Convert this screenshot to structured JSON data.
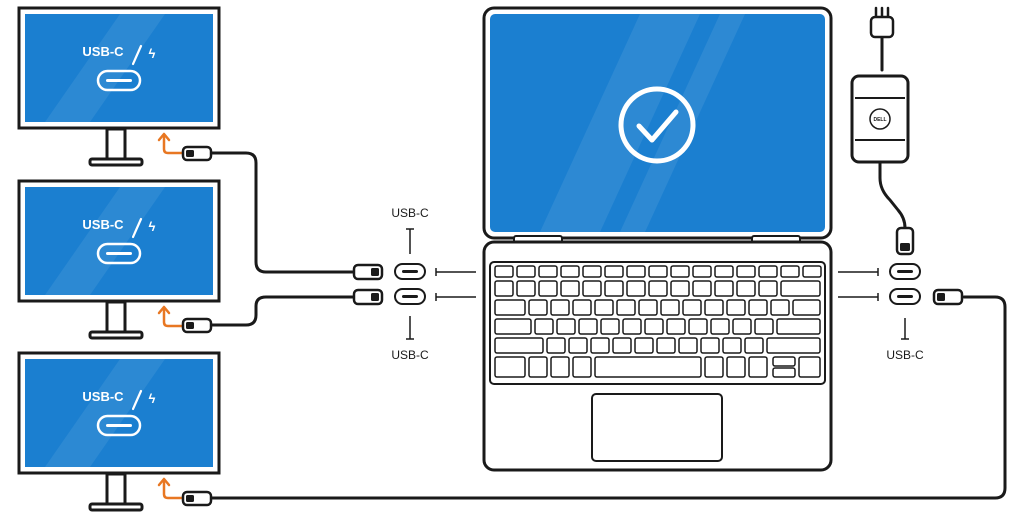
{
  "monitors": [
    {
      "port_label": "USB-C",
      "bolt_glyph": "ϟ"
    },
    {
      "port_label": "USB-C",
      "bolt_glyph": "ϟ"
    },
    {
      "port_label": "USB-C",
      "bolt_glyph": "ϟ"
    }
  ],
  "laptop": {
    "screen_icon": "checkmark-circle-icon",
    "left_ports": {
      "label": "USB-C"
    },
    "left_ports_bottom": {
      "label": "USB-C"
    },
    "right_ports": {
      "label": "USB-C"
    }
  },
  "adapter": {
    "brand": "DELL"
  },
  "colors": {
    "screen": "#1b7fd0",
    "outline": "#1a1a1a",
    "arrow": "#e87722",
    "background": "#ffffff"
  }
}
